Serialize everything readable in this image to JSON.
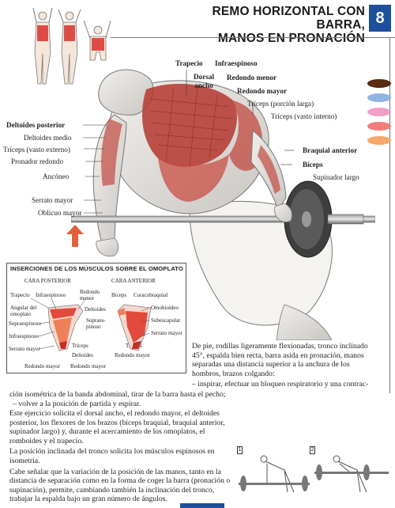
{
  "header": {
    "title_line1": "REMO HORIZONTAL CON BARRA,",
    "title_line2": "MANOS EN PRONACIÓN",
    "number": "8"
  },
  "swatches": [
    "#5a2a16",
    "#8fb4e2",
    "#f2a0c8",
    "#f07c7c",
    "#f6a86a"
  ],
  "muscle_labels_top": {
    "trapecio": "Trapecio",
    "infraespinoso": "Infraespinoso",
    "dorsal_ancho": "Dorsal ancho",
    "redondo_menor": "Redondo menor",
    "redondo_mayor": "Redondo mayor",
    "triceps_larga": "Tríceps (porción larga)",
    "triceps_interno": "Tríceps (vasto interno)"
  },
  "muscle_labels_left": {
    "deltoides_posterior": "Deltoides posterior",
    "deltoides_medio": "Deltoides medio",
    "triceps_externo": "Tríceps (vasto externo)",
    "pronador_redondo": "Pronador redondo",
    "anconeo": "Ancóneo",
    "serrato_mayor": "Serrato mayor",
    "oblicuo_mayor": "Oblicuo mayor"
  },
  "muscle_labels_right": {
    "braquial_anterior": "Braquial anterior",
    "biceps": "Bíceps",
    "supinador_largo": "Supinador largo"
  },
  "inset": {
    "title": "INSERCIONES DE LOS MÚSCULOS SOBRE EL OMOPLATO",
    "cara_posterior": "CARA POSTERIOR",
    "cara_anterior": "CARA ANTERIOR",
    "trapecio": "Trapecio",
    "infraespinoso": "Infraespinoso",
    "redondo_menor": "Redondo menor",
    "angular": "Angular del omoplato",
    "supraespinoso": "Supraespinoso",
    "infraespinoso2": "Infraespinoso",
    "serrato_mayor": "Serrato mayor",
    "deltoides": "Deltoides",
    "supraespinoso2": "Supraes- pinoso",
    "triceps": "Tríceps",
    "deltoides2": "Deltoides",
    "redondo_mayor": "Redondo mayor",
    "redondo_mayor2": "Redondo mayor",
    "biceps": "Bíceps",
    "coracobraquial": "Coracobraquial",
    "omohioideo": "Omohioideo",
    "subescapular": "Subescapular",
    "serrato_mayor2": "Serrato mayor",
    "triceps2": "Tríceps",
    "redondo_mayor3": "Redondo mayor"
  },
  "text": {
    "p1": "De pie, rodillas ligeramente flexionadas, tronco inclinado 45°, espalda bien recta, barra asida en pronación, manos separadas una distancia superior a la anchura de los hombros, brazos colgando:",
    "p2_start": "– inspirar, efectuar un bloqueo respiratorio y una contrac-",
    "p2_cont": "ción isométrica de la banda abdominal, tirar de la barra hasta el pecho;",
    "p3": "– volver a la posición de partida y espirar.",
    "p4": "Este ejercicio solicita el dorsal ancho, el redondo mayor, el deltoides posterior, los flexores de los brazos (bíceps braquial, braquial anterior, supinador largo) y, durante el acercamiento de los omoplatos, el romboides y el trapecio.",
    "p5": "La posición inclinada del tronco solicita los músculos espinosos en isometría.",
    "p6": "Cabe señalar que la variación de la posición de las manos, tanto en la distancia de separación como en la forma de coger la barra (pronación o supinación), permite, cambiando también la inclinación del tronco, trabajar la espalda bajo un gran número de ángulos."
  },
  "steps": [
    "1",
    "2"
  ]
}
